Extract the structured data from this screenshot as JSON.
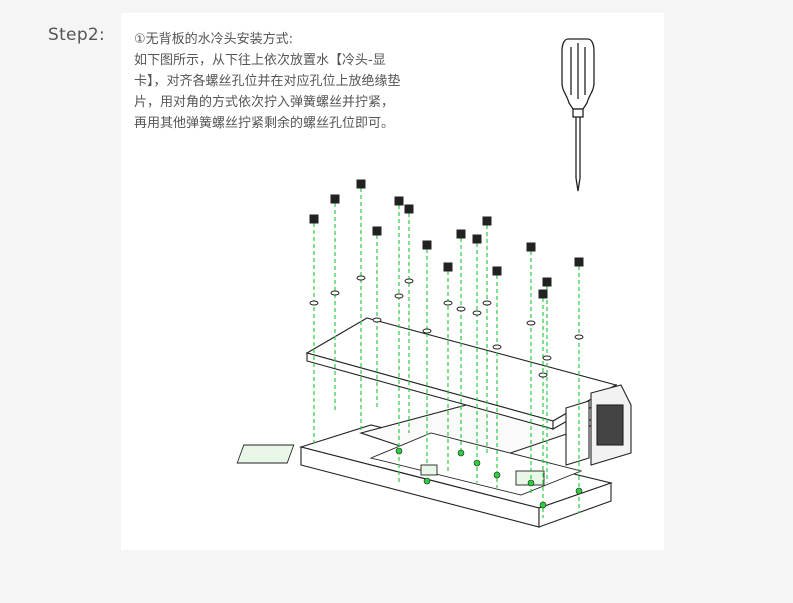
{
  "step": {
    "label": "Step2:"
  },
  "instructions": {
    "title": "①无背板的水冷头安装方式:",
    "body": "如下图所示，从下往上依次放置水【冷头-显卡】，对齐各螺丝孔位并在对应孔位上放绝缘垫片，用对角的方式依次拧入弹簧螺丝并拧紧，再用其他弹簧螺丝拧紧剩余的螺丝孔位即可。"
  },
  "colors": {
    "screw_line": "#2ecc40",
    "line_art": "#222222",
    "text": "#555555",
    "background": "#f5f5f5",
    "card": "#ffffff"
  }
}
